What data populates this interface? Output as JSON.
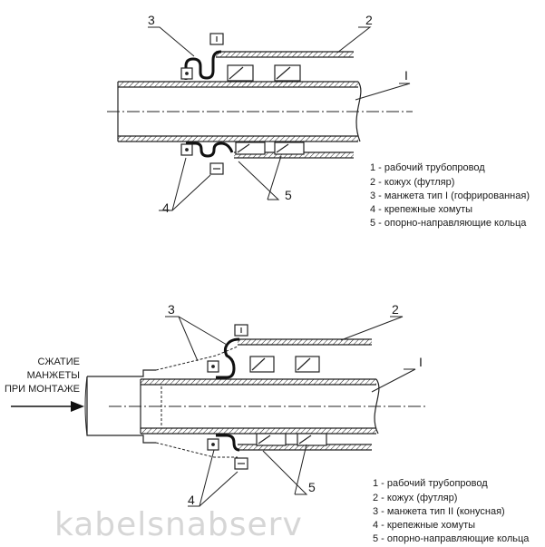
{
  "diagram1": {
    "callouts": {
      "c3": "3",
      "c2": "2",
      "cI": "I",
      "c4": "4",
      "c5": "5"
    },
    "legend": [
      "1 - рабочий трубопровод",
      "2 - кожух (футляр)",
      "3 - манжета тип I (гофрированная)",
      "4 - крепежные хомуты",
      "5 - опорно-направляющие кольца"
    ]
  },
  "diagram2": {
    "callouts": {
      "c3": "3",
      "c2": "2",
      "cI": "I",
      "c4": "4",
      "c5": "5"
    },
    "side_note": [
      "СЖАТИЕ",
      "МАНЖЕТЫ",
      "ПРИ МОНТАЖЕ"
    ],
    "legend": [
      "1 - рабочий трубопровод",
      "2 - кожух (футляр)",
      "3 - манжета тип II (конусная)",
      "4 - крепежные хомуты",
      "5 - опорно-направляющие кольца"
    ]
  },
  "watermark": "kabelsnabserv"
}
